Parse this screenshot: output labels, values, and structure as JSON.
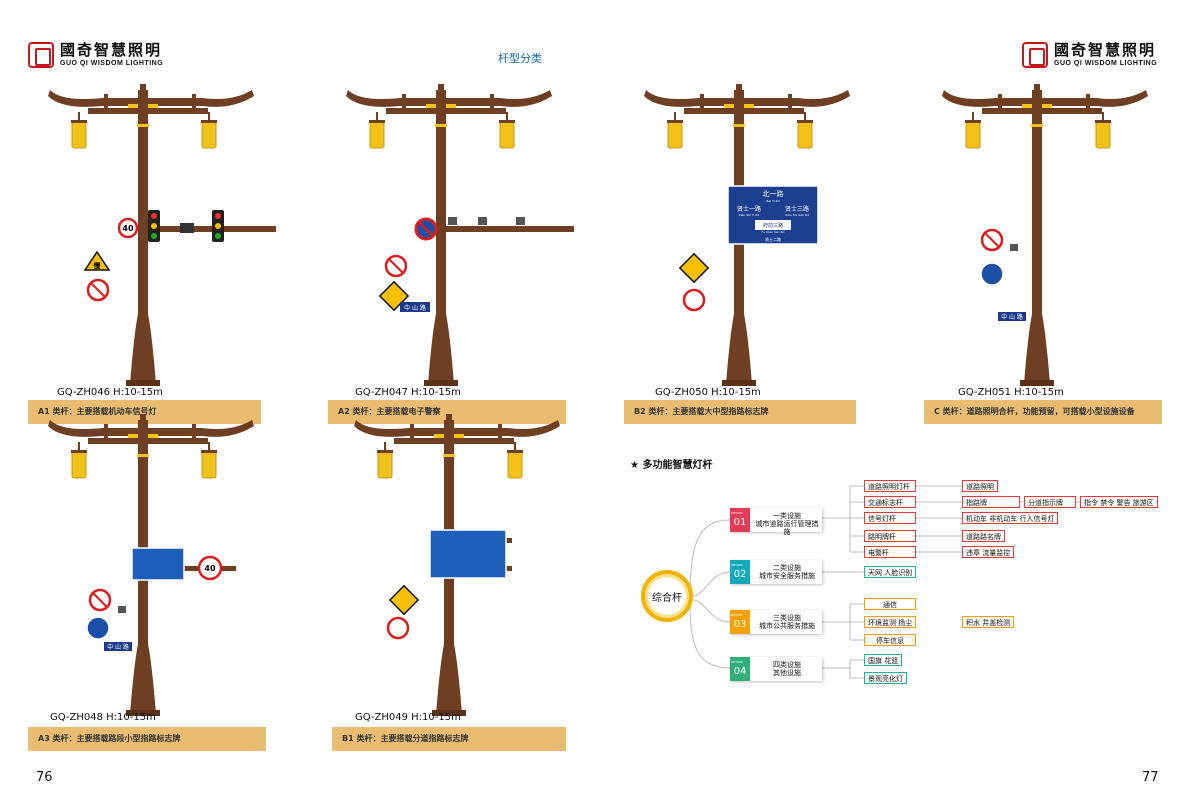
{
  "header": {
    "logo_cn": "國奇智慧照明",
    "logo_en": "GUO QI WISDOM LIGHTING",
    "section_title": "杆型分类"
  },
  "colors": {
    "banner": "#e8bd72",
    "pole": "#6e3f22",
    "lantern": "#f2c21b",
    "accent_blue": "#1769b5",
    "logo_red": "#c8161d"
  },
  "poles": [
    {
      "code": "GQ-ZH046  H:10-15m",
      "label": "A1 类杆：主要搭载机动车信号灯",
      "speed": "40",
      "warn": "慢"
    },
    {
      "code": "GQ-ZH047  H:10-15m",
      "label": "A2 类杆：主要搭载电子警察",
      "street": "中 山 路"
    },
    {
      "code": "GQ-ZH050  H:10-15m",
      "label": "B2 类杆：主要搭载大中型指路标志牌",
      "sign": {
        "top": "北一路",
        "top_en": "Bei Yi Rd",
        "left": "贤士一路",
        "left_en": "Xian Shi Yi Rd",
        "right": "贤士三路",
        "right_en": "Xian Shi San Rd",
        "mid": "府前三路",
        "mid_en": "Fu Qian San Rd",
        "bottom": "贤士二路"
      }
    },
    {
      "code": "GQ-ZH051  H:10-15m",
      "label": "C 类杆：道路照明合杆，功能预留，可搭载小型设施设备",
      "street": "中 山 路"
    },
    {
      "code": "GQ-ZH048  H:10-15m",
      "label": "A3 类杆：主要搭载路段小型指路标志牌",
      "speed": "40",
      "street": "中 山 路"
    },
    {
      "code": "GQ-ZH049  H:10-15m",
      "label": "B1 类杆：主要搭载分道指路标志牌"
    }
  ],
  "mindmap": {
    "title": "★ 多功能智慧灯杆",
    "hub": "综合杆",
    "categories": [
      {
        "num": "01",
        "opt": "OPTION",
        "line1": "一类设施",
        "line2": "城市道路运行管理措施"
      },
      {
        "num": "02",
        "opt": "OPTION",
        "line1": "二类设施",
        "line2": "城市安全服务措施"
      },
      {
        "num": "03",
        "opt": "OPTION",
        "line1": "三类设施",
        "line2": "城市公共服务措施"
      },
      {
        "num": "04",
        "opt": "OPTION",
        "line1": "四类设施",
        "line2": "其他设施"
      }
    ],
    "cat1_items": [
      "道路照明灯杆",
      "交通标志杆",
      "信号灯杆",
      "路明牌杆",
      "电警杆"
    ],
    "cat1_details": [
      "道路照明",
      "指路牌",
      "机动车  非机动车  行人信号灯",
      "道路路名牌",
      "违章  流量监控"
    ],
    "cat1_more": [
      "分道指示牌",
      "指令 禁令 警告 旅游区"
    ],
    "cat2_items": [
      "天网  人脸识别"
    ],
    "cat3_items": [
      "通信",
      "环境监测  扬尘",
      "停车信息"
    ],
    "cat3_more": "积水  井盖检测",
    "cat4_items": [
      "国旗  花篮",
      "景观亮化灯"
    ]
  },
  "pages": {
    "left": "76",
    "right": "77"
  }
}
